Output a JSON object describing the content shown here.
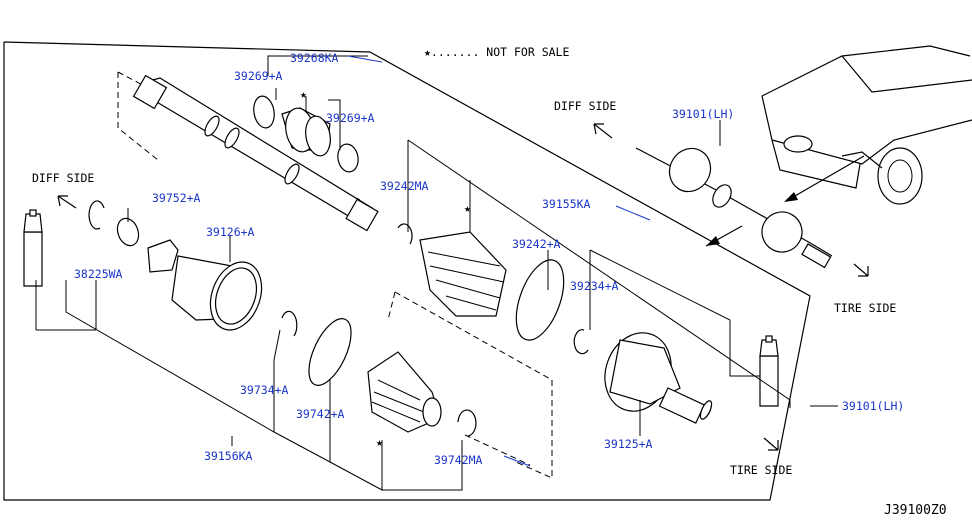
{
  "note": {
    "text": "★....... NOT FOR SALE"
  },
  "footer": {
    "code": "J39100Z0"
  },
  "directions": {
    "diff_side_left": "DIFF SIDE",
    "diff_side_right": "DIFF SIDE",
    "tire_side_right": "TIRE SIDE",
    "tire_side_bottom": "TIRE SIDE"
  },
  "labels": {
    "p39268KA": "39268KA",
    "p39269A_left": "39269+A",
    "p39269A_right": "39269+A",
    "p39242MA": "39242MA",
    "p39155KA": "39155KA",
    "p39242A": "39242+A",
    "p39234A": "39234+A",
    "p39752A": "39752+A",
    "p39126A": "39126+A",
    "p38225WA": "38225WA",
    "p39734A": "39734+A",
    "p39742A": "39742+A",
    "p39156KA": "39156KA",
    "p39742MA": "39742MA",
    "p39125A": "39125+A",
    "p39101LH_top": "39101(LH)",
    "p39101LH_right": "39101(LH)"
  },
  "stars": {
    "s1": "★",
    "s2": "★",
    "s3": "★"
  },
  "colors": {
    "label": "#1a35c8",
    "line": "#000000"
  }
}
